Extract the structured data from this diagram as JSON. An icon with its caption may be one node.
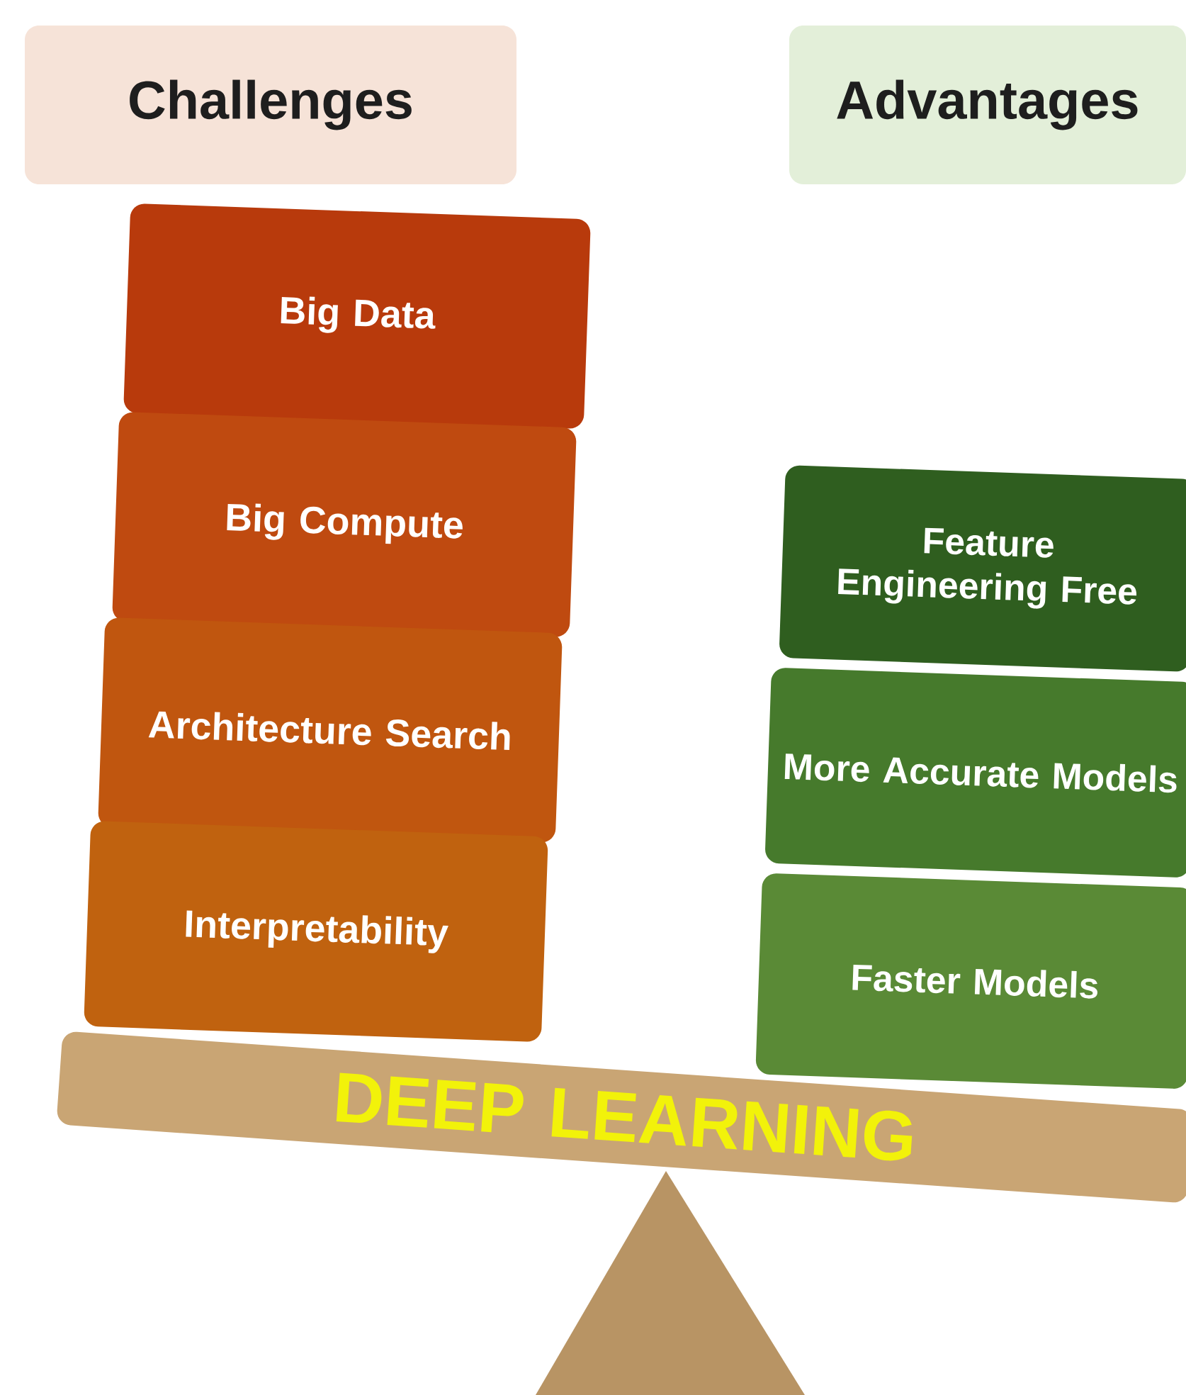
{
  "diagram": {
    "nodes": [
      {
        "text": [
          "Challenges"
        ]
      },
      {
        "text": [
          "Advantages"
        ]
      },
      {
        "text": [
          "Big Data"
        ]
      },
      {
        "text": [
          "Big Compute"
        ]
      },
      {
        "text": [
          "Architecture Search"
        ]
      },
      {
        "text": [
          "Interpretability"
        ]
      },
      {
        "text": [
          "Feature Engineering Free"
        ]
      },
      {
        "text": [
          "More Accurate Models"
        ]
      },
      {
        "text": [
          "Faster Models"
        ]
      },
      {
        "text": [
          "DEEP LEARNING"
        ]
      }
    ]
  }
}
